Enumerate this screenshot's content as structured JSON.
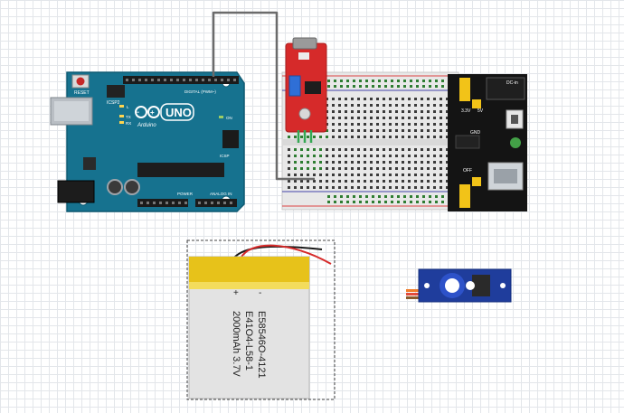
{
  "arduino": {
    "brand": "Arduino",
    "model": "UNO",
    "reset_label": "RESET",
    "icsp_label": "ICSP2",
    "digital_label": "DIGITAL (PWM~)",
    "tx_label": "TX",
    "rx_label": "RX",
    "l_label": "L",
    "on_label": "ON",
    "icsp2_label": "ICSP",
    "power_label": "POWER",
    "analog_label": "ANALOG IN",
    "board_color": "#16728f"
  },
  "battery": {
    "line1": "E58546O-4121",
    "line2": "E41O4-L58-1",
    "line3": "2000mAh 3.7V",
    "plus": "+",
    "minus": "-"
  },
  "power_module": {
    "dc_label": "DC-in",
    "v33_label": "3.3V",
    "v5_label": "5V",
    "off_label": "OFF",
    "gnd_label": "GND"
  },
  "colors": {
    "wire_gray": "#6b6b6b",
    "sensor_red": "#d62a2a",
    "servo_blue": "#1f3d9c",
    "battery_yellow": "#e7c21a"
  }
}
